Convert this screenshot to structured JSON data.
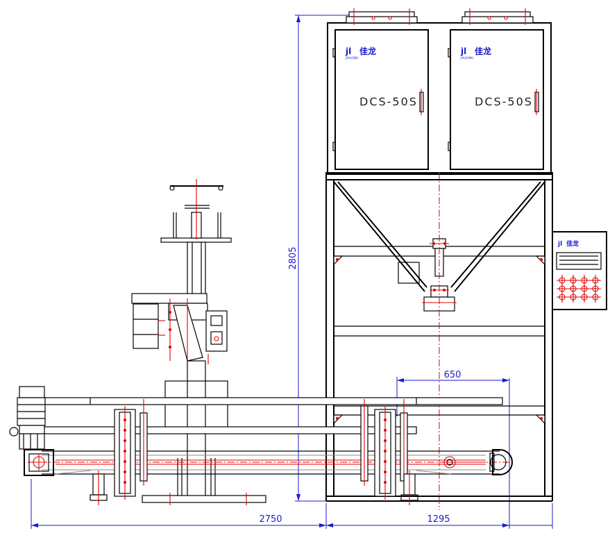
{
  "dimensions": {
    "total_height": "2805",
    "total_width_left": "2750",
    "total_width_right": "1295",
    "conveyor_extension": "650"
  },
  "control_boxes": [
    {
      "brand_mark": "jl",
      "brand_name": "佳龙",
      "brand_sub": "JIALONG",
      "model": "DCS-50S"
    },
    {
      "brand_mark": "jl",
      "brand_name": "佳龙",
      "brand_sub": "JIALONG",
      "model": "DCS-50S"
    }
  ],
  "side_panel": {
    "brand_mark": "jl",
    "brand_name": "佳龙"
  },
  "colors": {
    "outline": "#000000",
    "center_lines": "#e00000",
    "dimensions": "#1a1acc"
  }
}
